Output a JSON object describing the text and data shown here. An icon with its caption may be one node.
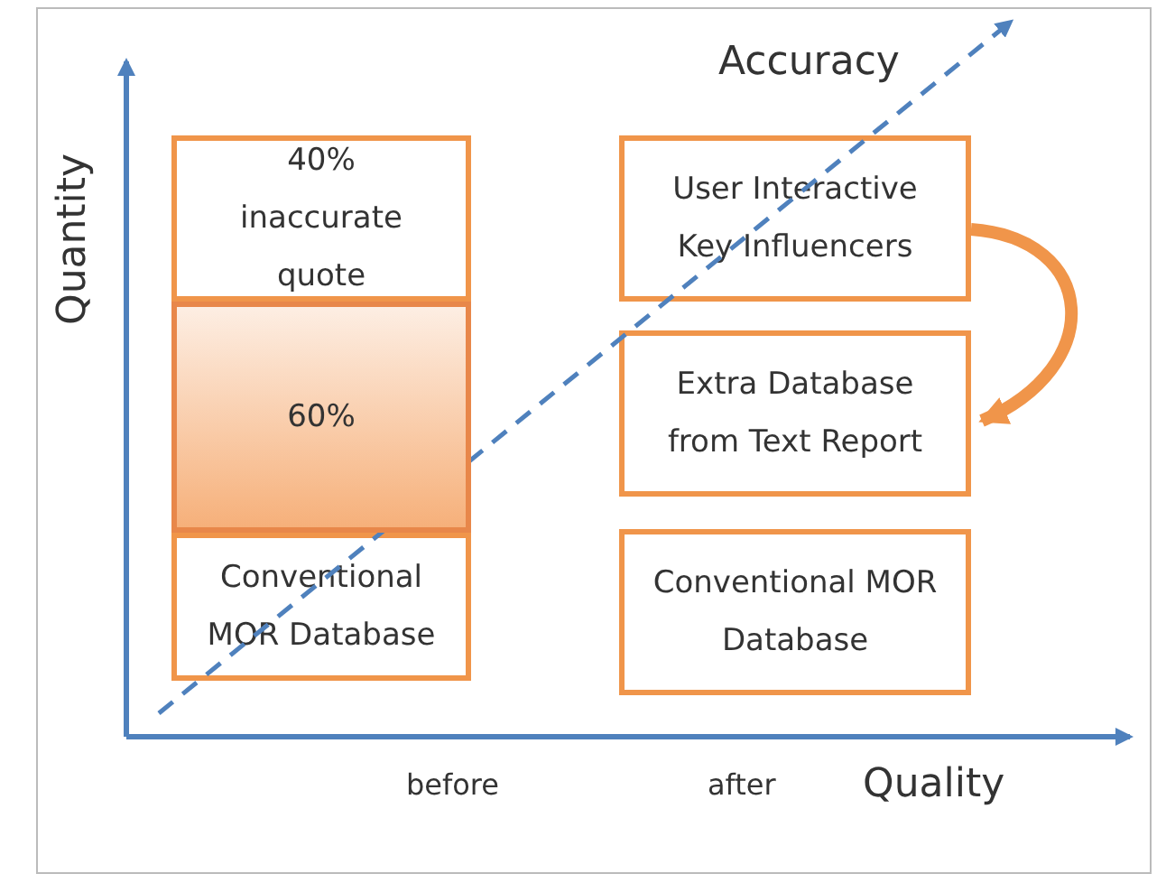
{
  "diagram": {
    "nodes": [
      {
        "text": [
          "40% inaccurate quote"
        ]
      },
      {
        "text": [
          "60%"
        ]
      },
      {
        "text": [
          "Conventional MOR Database"
        ]
      },
      {
        "text": [
          "User Interactive Key Influencers"
        ]
      },
      {
        "text": [
          "Extra Database from Text Report"
        ]
      },
      {
        "text": [
          "Conventional MOR Database"
        ]
      }
    ],
    "edges": [
      {
        "from": 3,
        "to": 4,
        "arrow": "to"
      }
    ],
    "labels": [
      "Accuracy",
      "Quantity",
      "before",
      "after",
      "Quality"
    ]
  }
}
